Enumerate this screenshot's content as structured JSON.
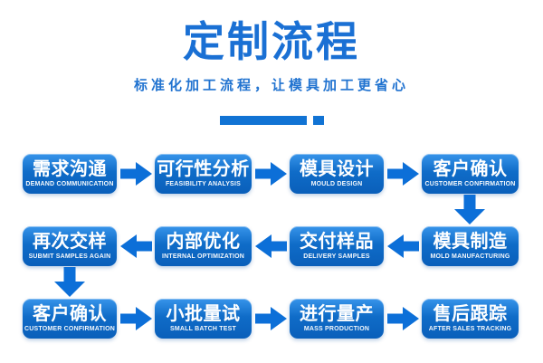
{
  "header": {
    "title": "定制流程",
    "subtitle": "标准化加工流程，让模具加工更省心"
  },
  "colors": {
    "title_blue": "#1a70d4",
    "subtitle_blue": "#2173d0",
    "divider_blue": "#1173d4",
    "box_gradient_top": "#3794ea",
    "box_gradient_bottom": "#0a5fba",
    "arrow_blue": "#0c6fd8",
    "step_text": "#ffffff",
    "background": "#ffffff"
  },
  "flow": {
    "rows": [
      {
        "direction": "right",
        "steps": [
          {
            "title": "需求沟通",
            "subtitle": "DEMAND COMMUNICATION"
          },
          {
            "title": "可行性分析",
            "subtitle": "FEASIBILITY ANALYSIS"
          },
          {
            "title": "模具设计",
            "subtitle": "MOULD DESIGN"
          },
          {
            "title": "客户确认",
            "subtitle": "CUSTOMER CONFIRMATION"
          }
        ]
      },
      {
        "direction": "left",
        "steps": [
          {
            "title": "再次交样",
            "subtitle": "SUBMIT SAMPLES AGAIN"
          },
          {
            "title": "内部优化",
            "subtitle": "INTERNAL OPTIMIZATION"
          },
          {
            "title": "交付样品",
            "subtitle": "DELIVERY SAMPLES"
          },
          {
            "title": "模具制造",
            "subtitle": "MOLD MANUFACTURING"
          }
        ]
      },
      {
        "direction": "right",
        "steps": [
          {
            "title": "客户确认",
            "subtitle": "CUSTOMER CONFIRMATION"
          },
          {
            "title": "小批量试",
            "subtitle": "SMALL BATCH TEST"
          },
          {
            "title": "进行量产",
            "subtitle": "MASS PRODUCTION"
          },
          {
            "title": "售后跟踪",
            "subtitle": "AFTER SALES TRACKING"
          }
        ]
      }
    ],
    "connectors": [
      {
        "from": "客户确认",
        "to": "模具制造",
        "direction": "down",
        "column": "right"
      },
      {
        "from": "再次交样",
        "to": "客户确认",
        "direction": "down",
        "column": "left"
      }
    ]
  }
}
